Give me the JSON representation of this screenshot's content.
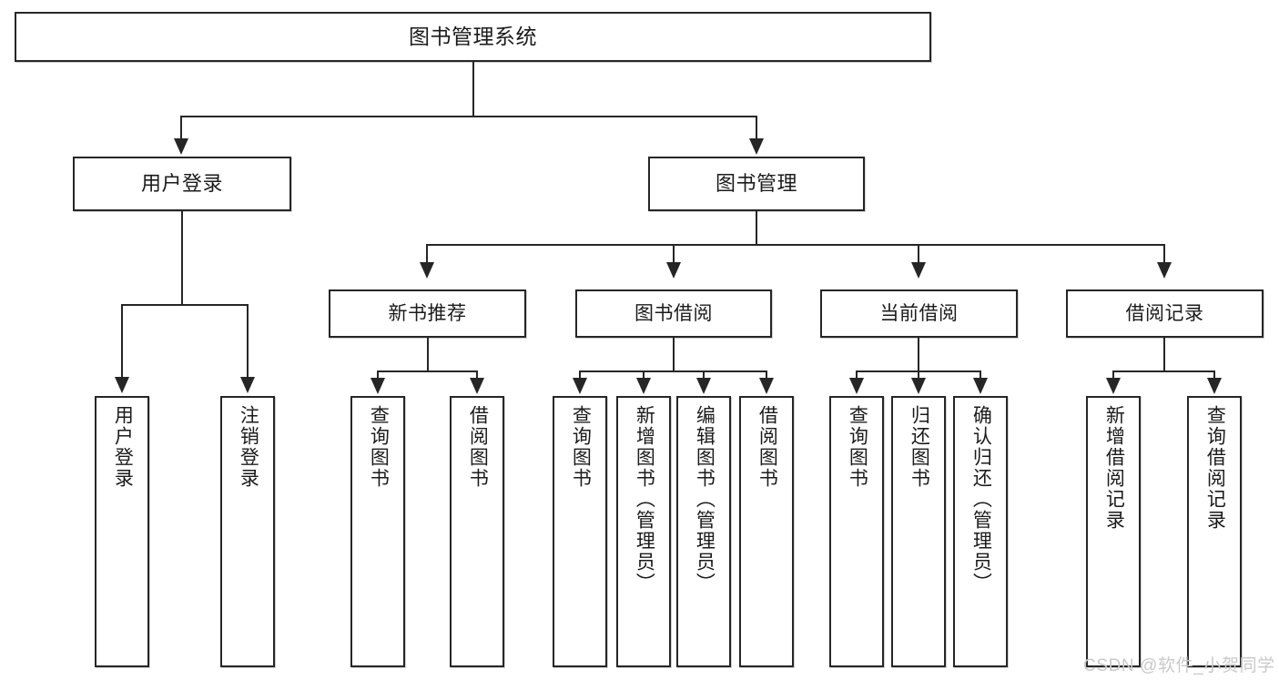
{
  "diagram": {
    "type": "tree-hierarchy-diagram",
    "root": {
      "label": "图书管理系统"
    },
    "level2": [
      {
        "id": "user-login",
        "label": "用户登录"
      },
      {
        "id": "book-management",
        "label": "图书管理"
      }
    ],
    "level3": [
      {
        "id": "new-book-recommend",
        "label": "新书推荐"
      },
      {
        "id": "book-borrow",
        "label": "图书借阅"
      },
      {
        "id": "current-borrow",
        "label": "当前借阅"
      },
      {
        "id": "borrow-record",
        "label": "借阅记录"
      }
    ],
    "leaves": {
      "user_login": [
        {
          "id": "leaf-user-login",
          "label": "用户登录"
        },
        {
          "id": "leaf-logout-login",
          "label": "注销登录"
        }
      ],
      "new_book_recommend": [
        {
          "id": "leaf-query-book-1",
          "label": "查询图书"
        },
        {
          "id": "leaf-borrow-book-1",
          "label": "借阅图书"
        }
      ],
      "book_borrow": [
        {
          "id": "leaf-query-book-2",
          "label": "查询图书"
        },
        {
          "id": "leaf-add-book",
          "label": "新增图书（管理员）"
        },
        {
          "id": "leaf-edit-book",
          "label": "编辑图书（管理员）"
        },
        {
          "id": "leaf-borrow-book-2",
          "label": "借阅图书"
        }
      ],
      "current_borrow": [
        {
          "id": "leaf-query-book-3",
          "label": "查询图书"
        },
        {
          "id": "leaf-return-book",
          "label": "归还图书"
        },
        {
          "id": "leaf-confirm-return",
          "label": "确认归还（管理员）"
        }
      ],
      "borrow_record": [
        {
          "id": "leaf-add-borrow-record",
          "label": "新增借阅记录"
        },
        {
          "id": "leaf-query-borrow-record",
          "label": "查询借阅记录"
        }
      ]
    }
  },
  "watermark": {
    "text": "CSDN @软件_小贺同学"
  },
  "colors": {
    "border": "#262626",
    "background": "#ffffff",
    "text": "#1b1b1b",
    "watermark": "#c9c9c9"
  }
}
